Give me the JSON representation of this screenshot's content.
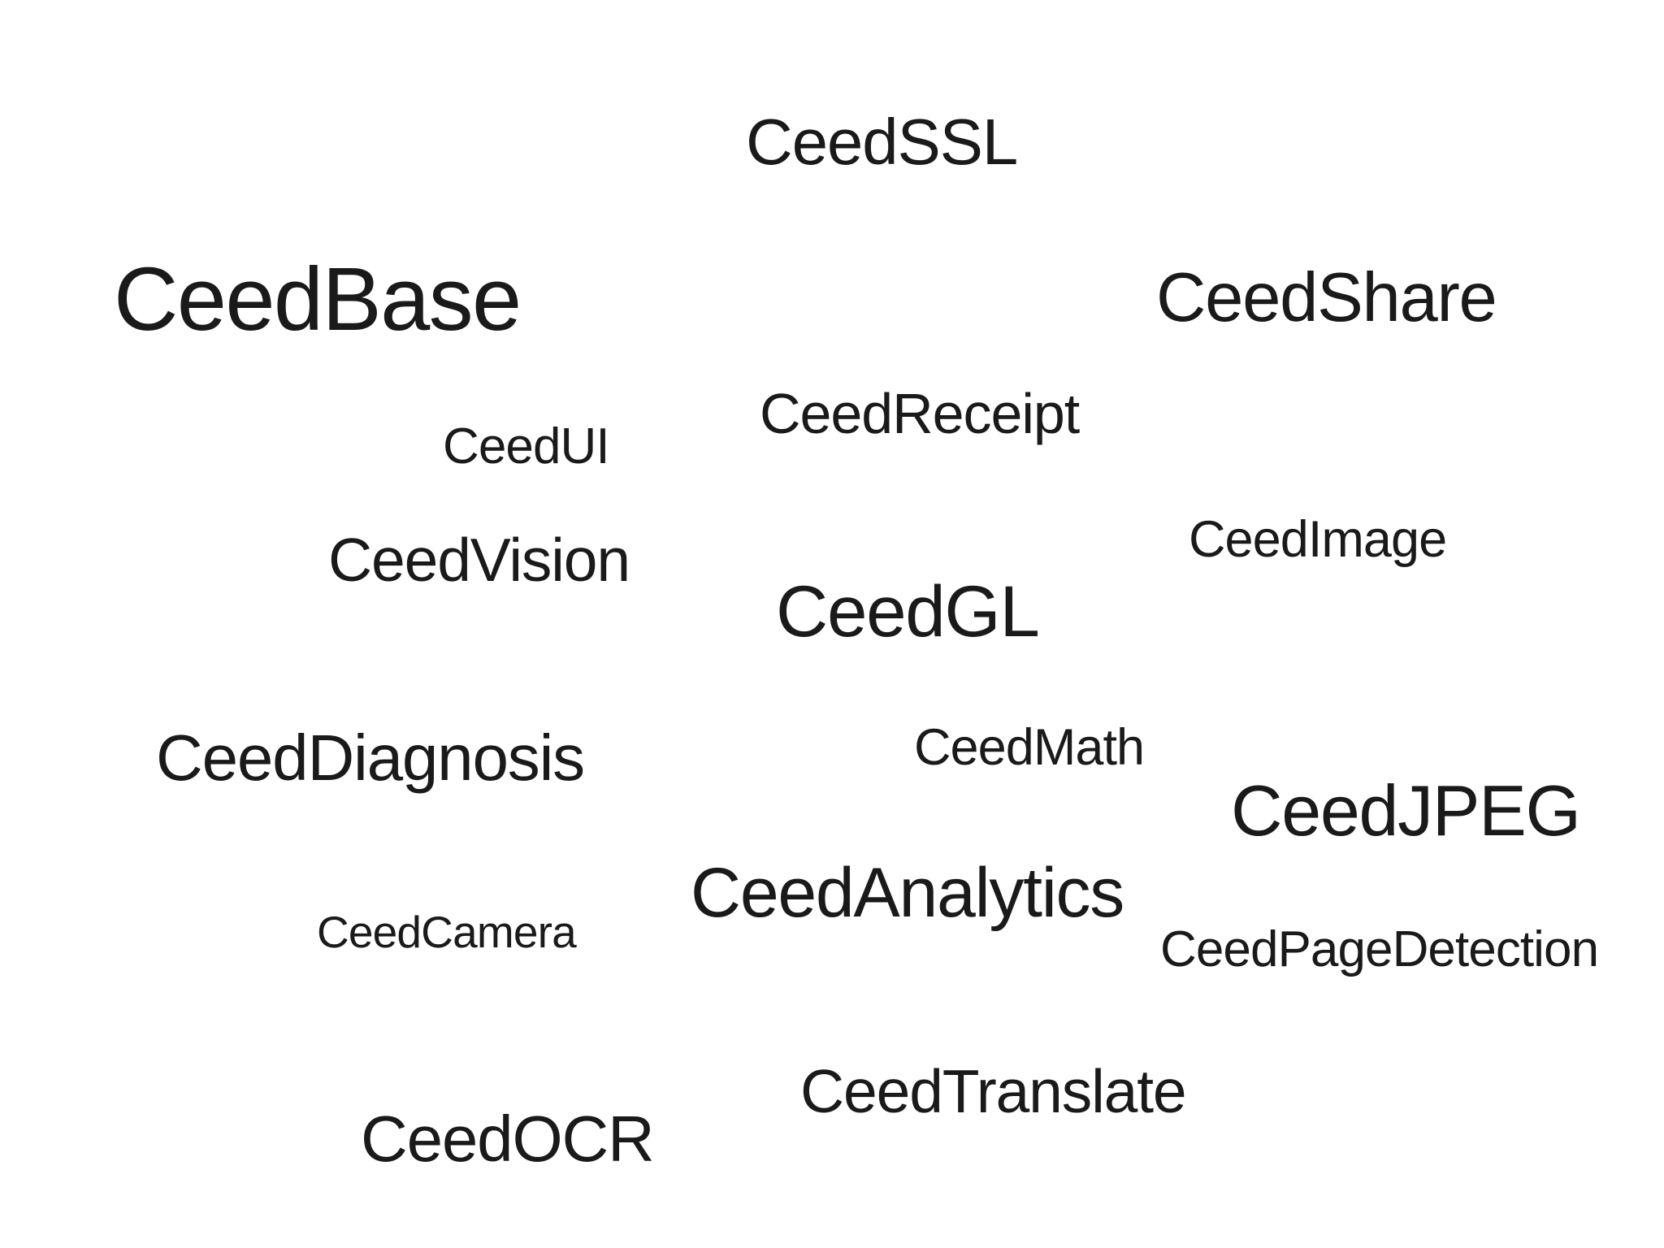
{
  "page": {
    "background_color": "#ffffff",
    "text_color": "#1a1a1a"
  },
  "word_cloud": {
    "labels": [
      {
        "id": "ceedssl",
        "text": "CeedSSL"
      },
      {
        "id": "ceedbase",
        "text": "CeedBase"
      },
      {
        "id": "ceedshare",
        "text": "CeedShare"
      },
      {
        "id": "ceedreceipt",
        "text": "CeedReceipt"
      },
      {
        "id": "ceedui",
        "text": "CeedUI"
      },
      {
        "id": "ceedvision",
        "text": "CeedVision"
      },
      {
        "id": "ceedimage",
        "text": "CeedImage"
      },
      {
        "id": "ceedgl",
        "text": "CeedGL"
      },
      {
        "id": "ceeddiagnosis",
        "text": "CeedDiagnosis"
      },
      {
        "id": "ceedmath",
        "text": "CeedMath"
      },
      {
        "id": "ceedjpeg",
        "text": "CeedJPEG"
      },
      {
        "id": "ceedanalytics",
        "text": "CeedAnalytics"
      },
      {
        "id": "ceedcamera",
        "text": "CeedCamera"
      },
      {
        "id": "ceedpagedetection",
        "text": "CeedPageDetection"
      },
      {
        "id": "ceedtranslate",
        "text": "CeedTranslate"
      },
      {
        "id": "ceedocr",
        "text": "CeedOCR"
      }
    ]
  }
}
